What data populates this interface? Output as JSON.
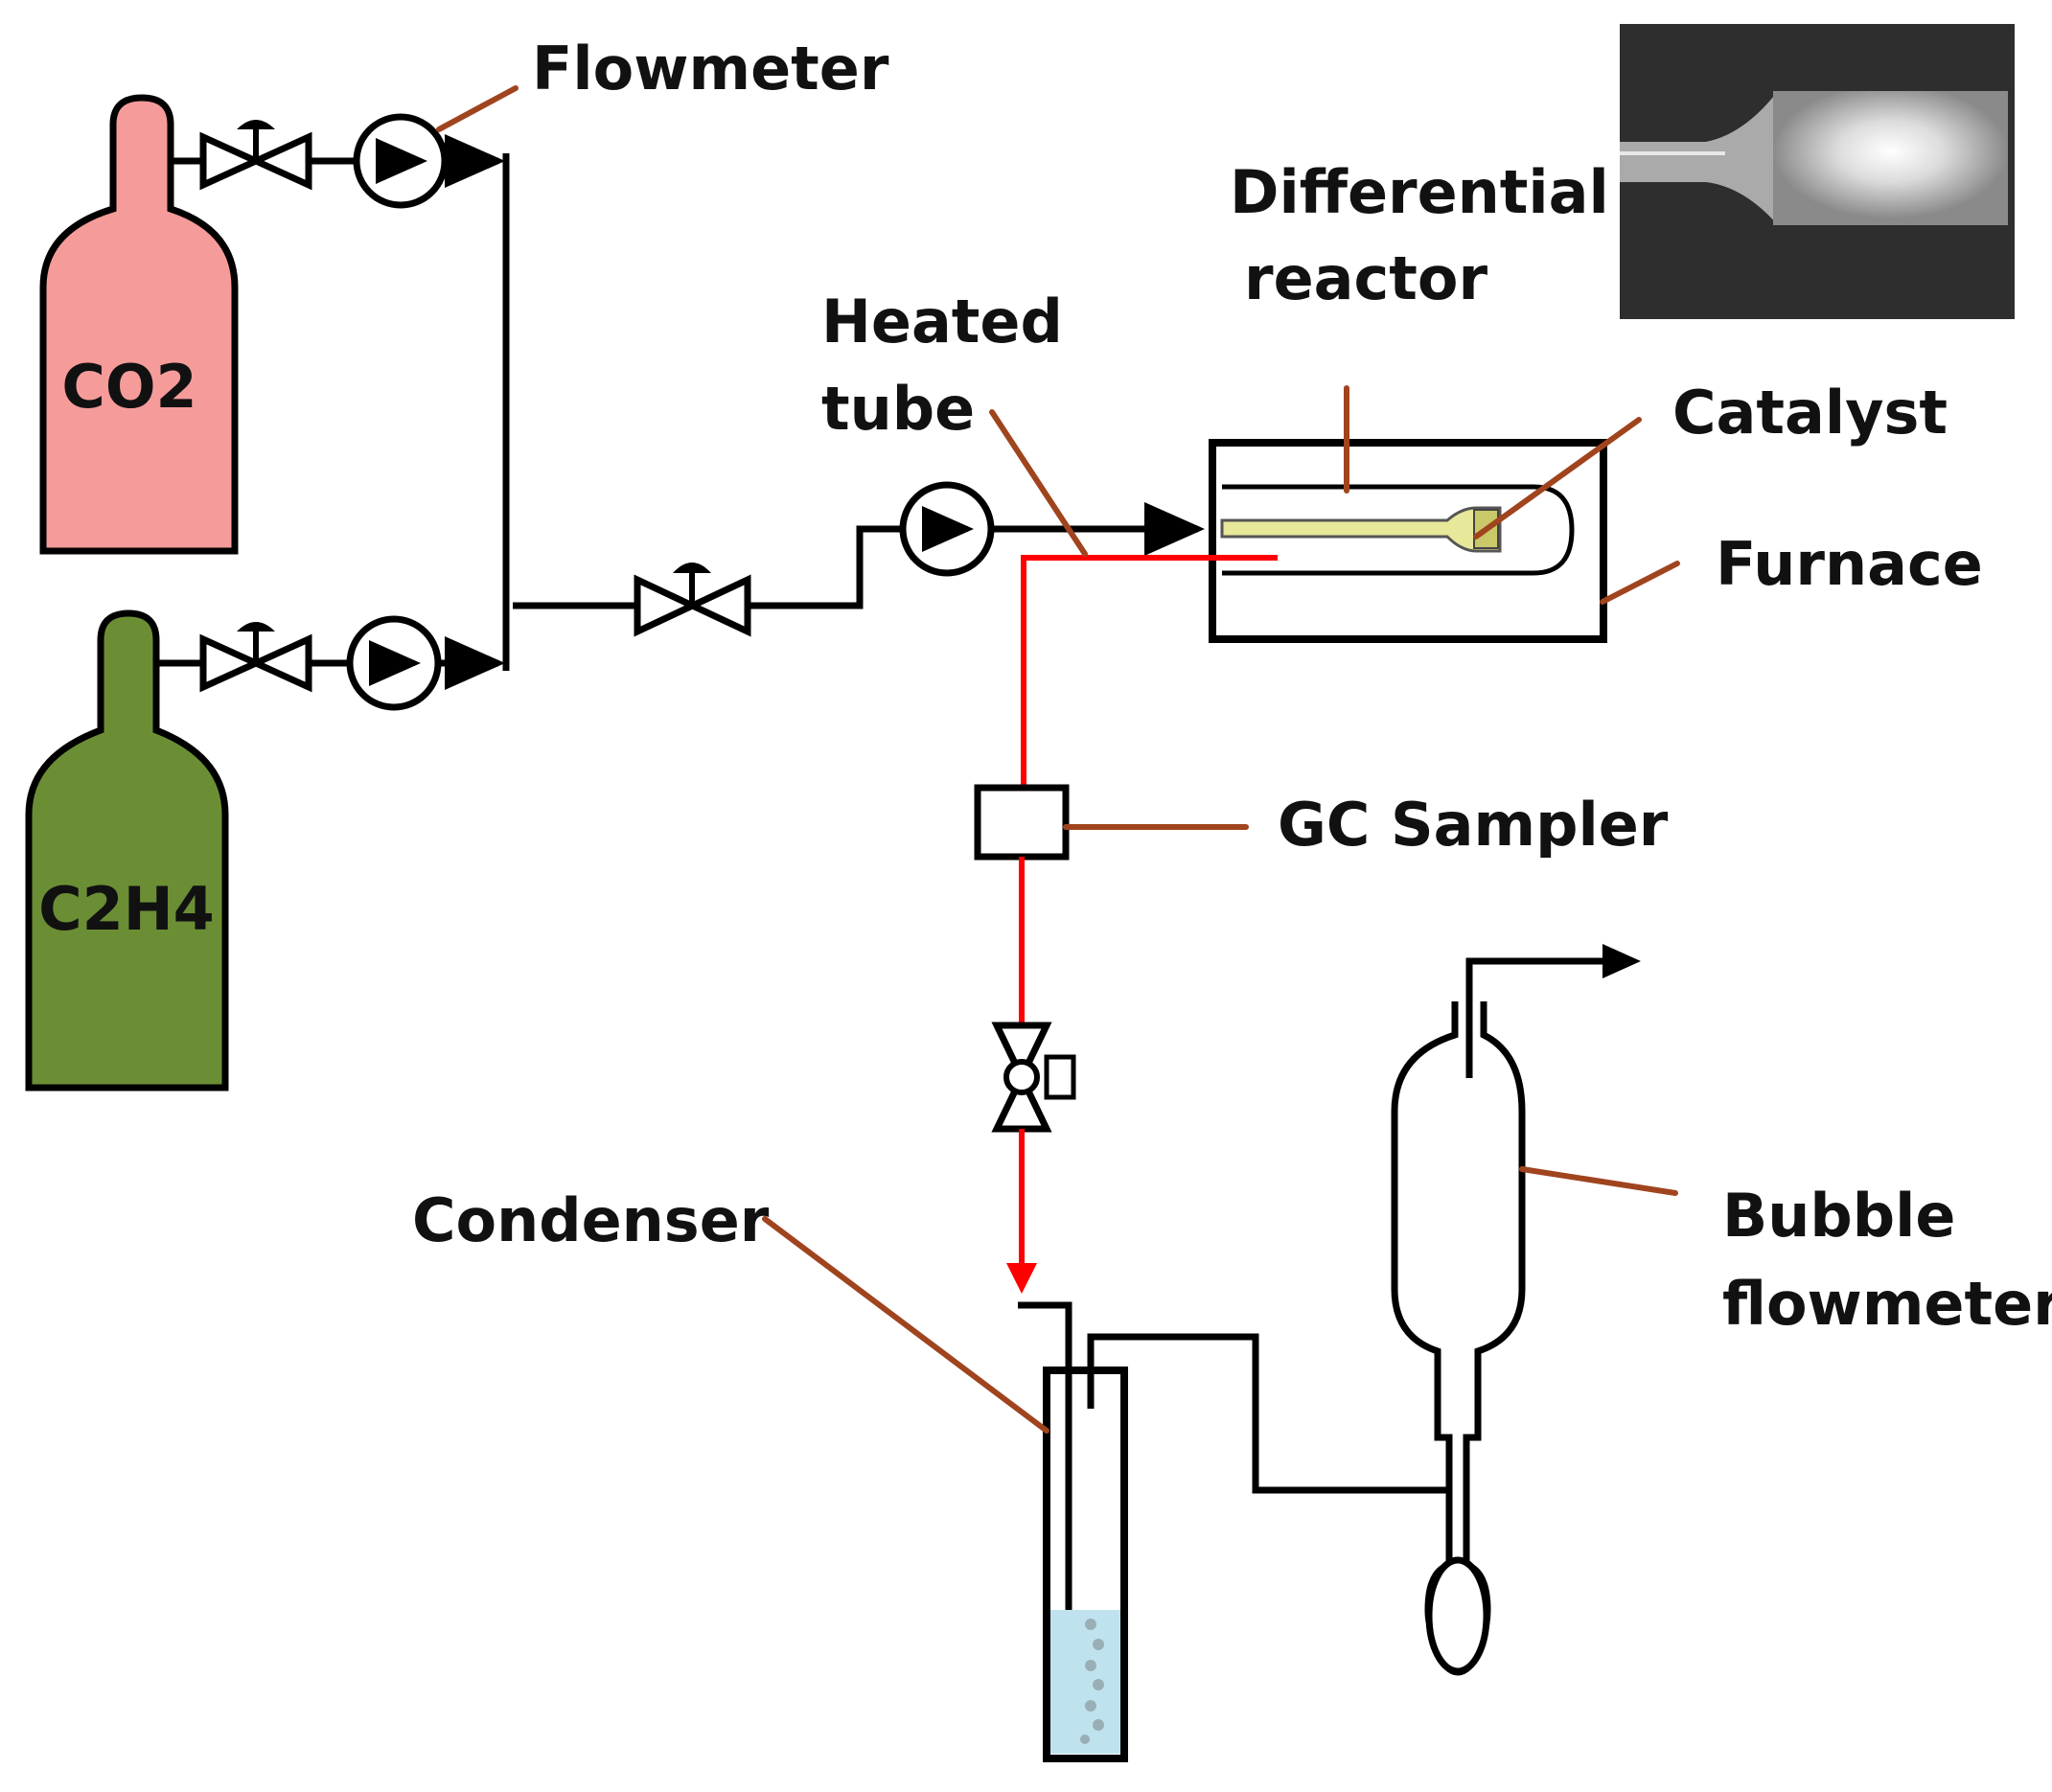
{
  "labels": {
    "flowmeter": "Flowmeter",
    "differential_reactor_line1": "Differential",
    "differential_reactor_line2": "reactor",
    "heated_tube_line1": "Heated",
    "heated_tube_line2": "tube",
    "catalyst": "Catalyst",
    "furnace": "Furnace",
    "gc_sampler": "GC Sampler",
    "condenser": "Condenser",
    "bubble_flowmeter_line1": "Bubble",
    "bubble_flowmeter_line2": "flowmeter"
  },
  "cylinders": [
    {
      "gas": "CO2",
      "color": "#f59c9a"
    },
    {
      "gas": "C2H4",
      "color": "#6b8e35"
    }
  ],
  "colors": {
    "pipe": "#000000",
    "heated_line": "#ff0000",
    "leader": "#a0441e",
    "catalyst": "#e8e89a",
    "water": "#bfe3ee"
  }
}
